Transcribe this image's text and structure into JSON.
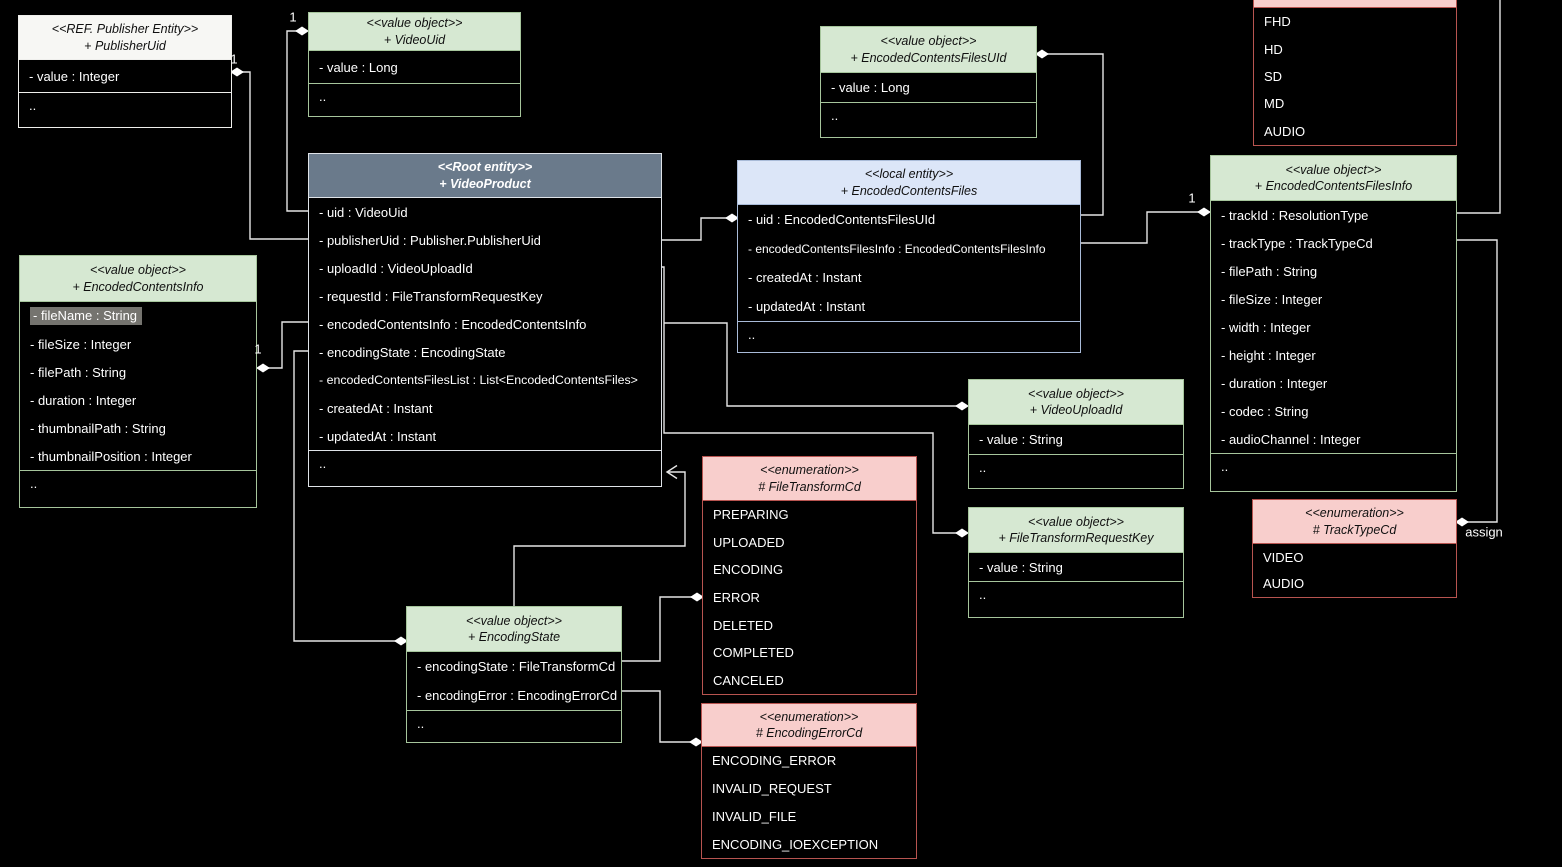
{
  "diagram": {
    "publisher_uid": {
      "stereotype": "<<REF. Publisher Entity>>",
      "name": "+ PublisherUid",
      "attrs": [
        "- value : Integer"
      ],
      "more": ".."
    },
    "video_uid": {
      "stereotype": "<<value object>>",
      "name": "+ VideoUid",
      "attrs": [
        "- value : Long"
      ],
      "more": ".."
    },
    "encoded_contents_files_uid": {
      "stereotype": "<<value object>>",
      "name": "+ EncodedContentsFilesUId",
      "attrs": [
        "- value : Long"
      ],
      "more": ".."
    },
    "resolution_type": {
      "values": [
        "FHD",
        "HD",
        "SD",
        "MD",
        "AUDIO"
      ]
    },
    "video_product": {
      "stereotype": "<<Root entity>>",
      "name": "+ VideoProduct",
      "attrs": [
        "- uid : VideoUid",
        "- publisherUid : Publisher.PublisherUid",
        "- uploadId : VideoUploadId",
        "- requestId : FileTransformRequestKey",
        "- encodedContentsInfo : EncodedContentsInfo",
        "- encodingState : EncodingState",
        "- encodedContentsFilesList : List<EncodedContentsFiles>",
        "- createdAt : Instant",
        "- updatedAt : Instant"
      ],
      "more": ".."
    },
    "encoded_contents_files": {
      "stereotype": "<<local entity>>",
      "name": "+ EncodedContentsFiles",
      "attrs": [
        "- uid : EncodedContentsFilesUId",
        "- encodedContentsFilesInfo : EncodedContentsFilesInfo",
        "- createdAt : Instant",
        "- updatedAt : Instant"
      ],
      "more": ".."
    },
    "encoded_contents_files_info": {
      "stereotype": "<<value object>>",
      "name": "+ EncodedContentsFilesInfo",
      "attrs": [
        "- trackId : ResolutionType",
        "- trackType : TrackTypeCd",
        "- filePath : String",
        "- fileSize : Integer",
        "- width : Integer",
        "- height : Integer",
        "- duration : Integer",
        "- codec : String",
        "- audioChannel : Integer"
      ],
      "more": ".."
    },
    "encoded_contents_info": {
      "stereotype": "<<value object>>",
      "name": "+ EncodedContentsInfo",
      "attrs": [
        "- fileName : String",
        "- fileSize : Integer",
        "- filePath : String",
        "- duration : Integer",
        "- thumbnailPath : String",
        "- thumbnailPosition : Integer"
      ],
      "more": ".."
    },
    "video_upload_id": {
      "stereotype": "<<value object>>",
      "name": "+ VideoUploadId",
      "attrs": [
        "- value : String"
      ],
      "more": ".."
    },
    "file_transform_request_key": {
      "stereotype": "<<value object>>",
      "name": "+ FileTransformRequestKey",
      "attrs": [
        "- value : String"
      ],
      "more": ".."
    },
    "file_transform_cd": {
      "stereotype": "<<enumeration>>",
      "name": "# FileTransformCd",
      "values": [
        "PREPARING",
        "UPLOADED",
        "ENCODING",
        "ERROR",
        "DELETED",
        "COMPLETED",
        "CANCELED"
      ]
    },
    "encoding_state": {
      "stereotype": "<<value object>>",
      "name": "+ EncodingState",
      "attrs": [
        "- encodingState : FileTransformCd",
        "- encodingError : EncodingErrorCd"
      ],
      "more": ".."
    },
    "encoding_error_cd": {
      "stereotype": "<<enumeration>>",
      "name": "# EncodingErrorCd",
      "values": [
        "ENCODING_ERROR",
        "INVALID_REQUEST",
        "INVALID_FILE",
        "ENCODING_IOEXCEPTION"
      ]
    },
    "track_type_cd": {
      "stereotype": "<<enumeration>>",
      "name": "# TrackTypeCd",
      "values": [
        "VIDEO",
        "AUDIO"
      ]
    }
  },
  "labels": {
    "mult_one": "1",
    "assign": "assign"
  }
}
